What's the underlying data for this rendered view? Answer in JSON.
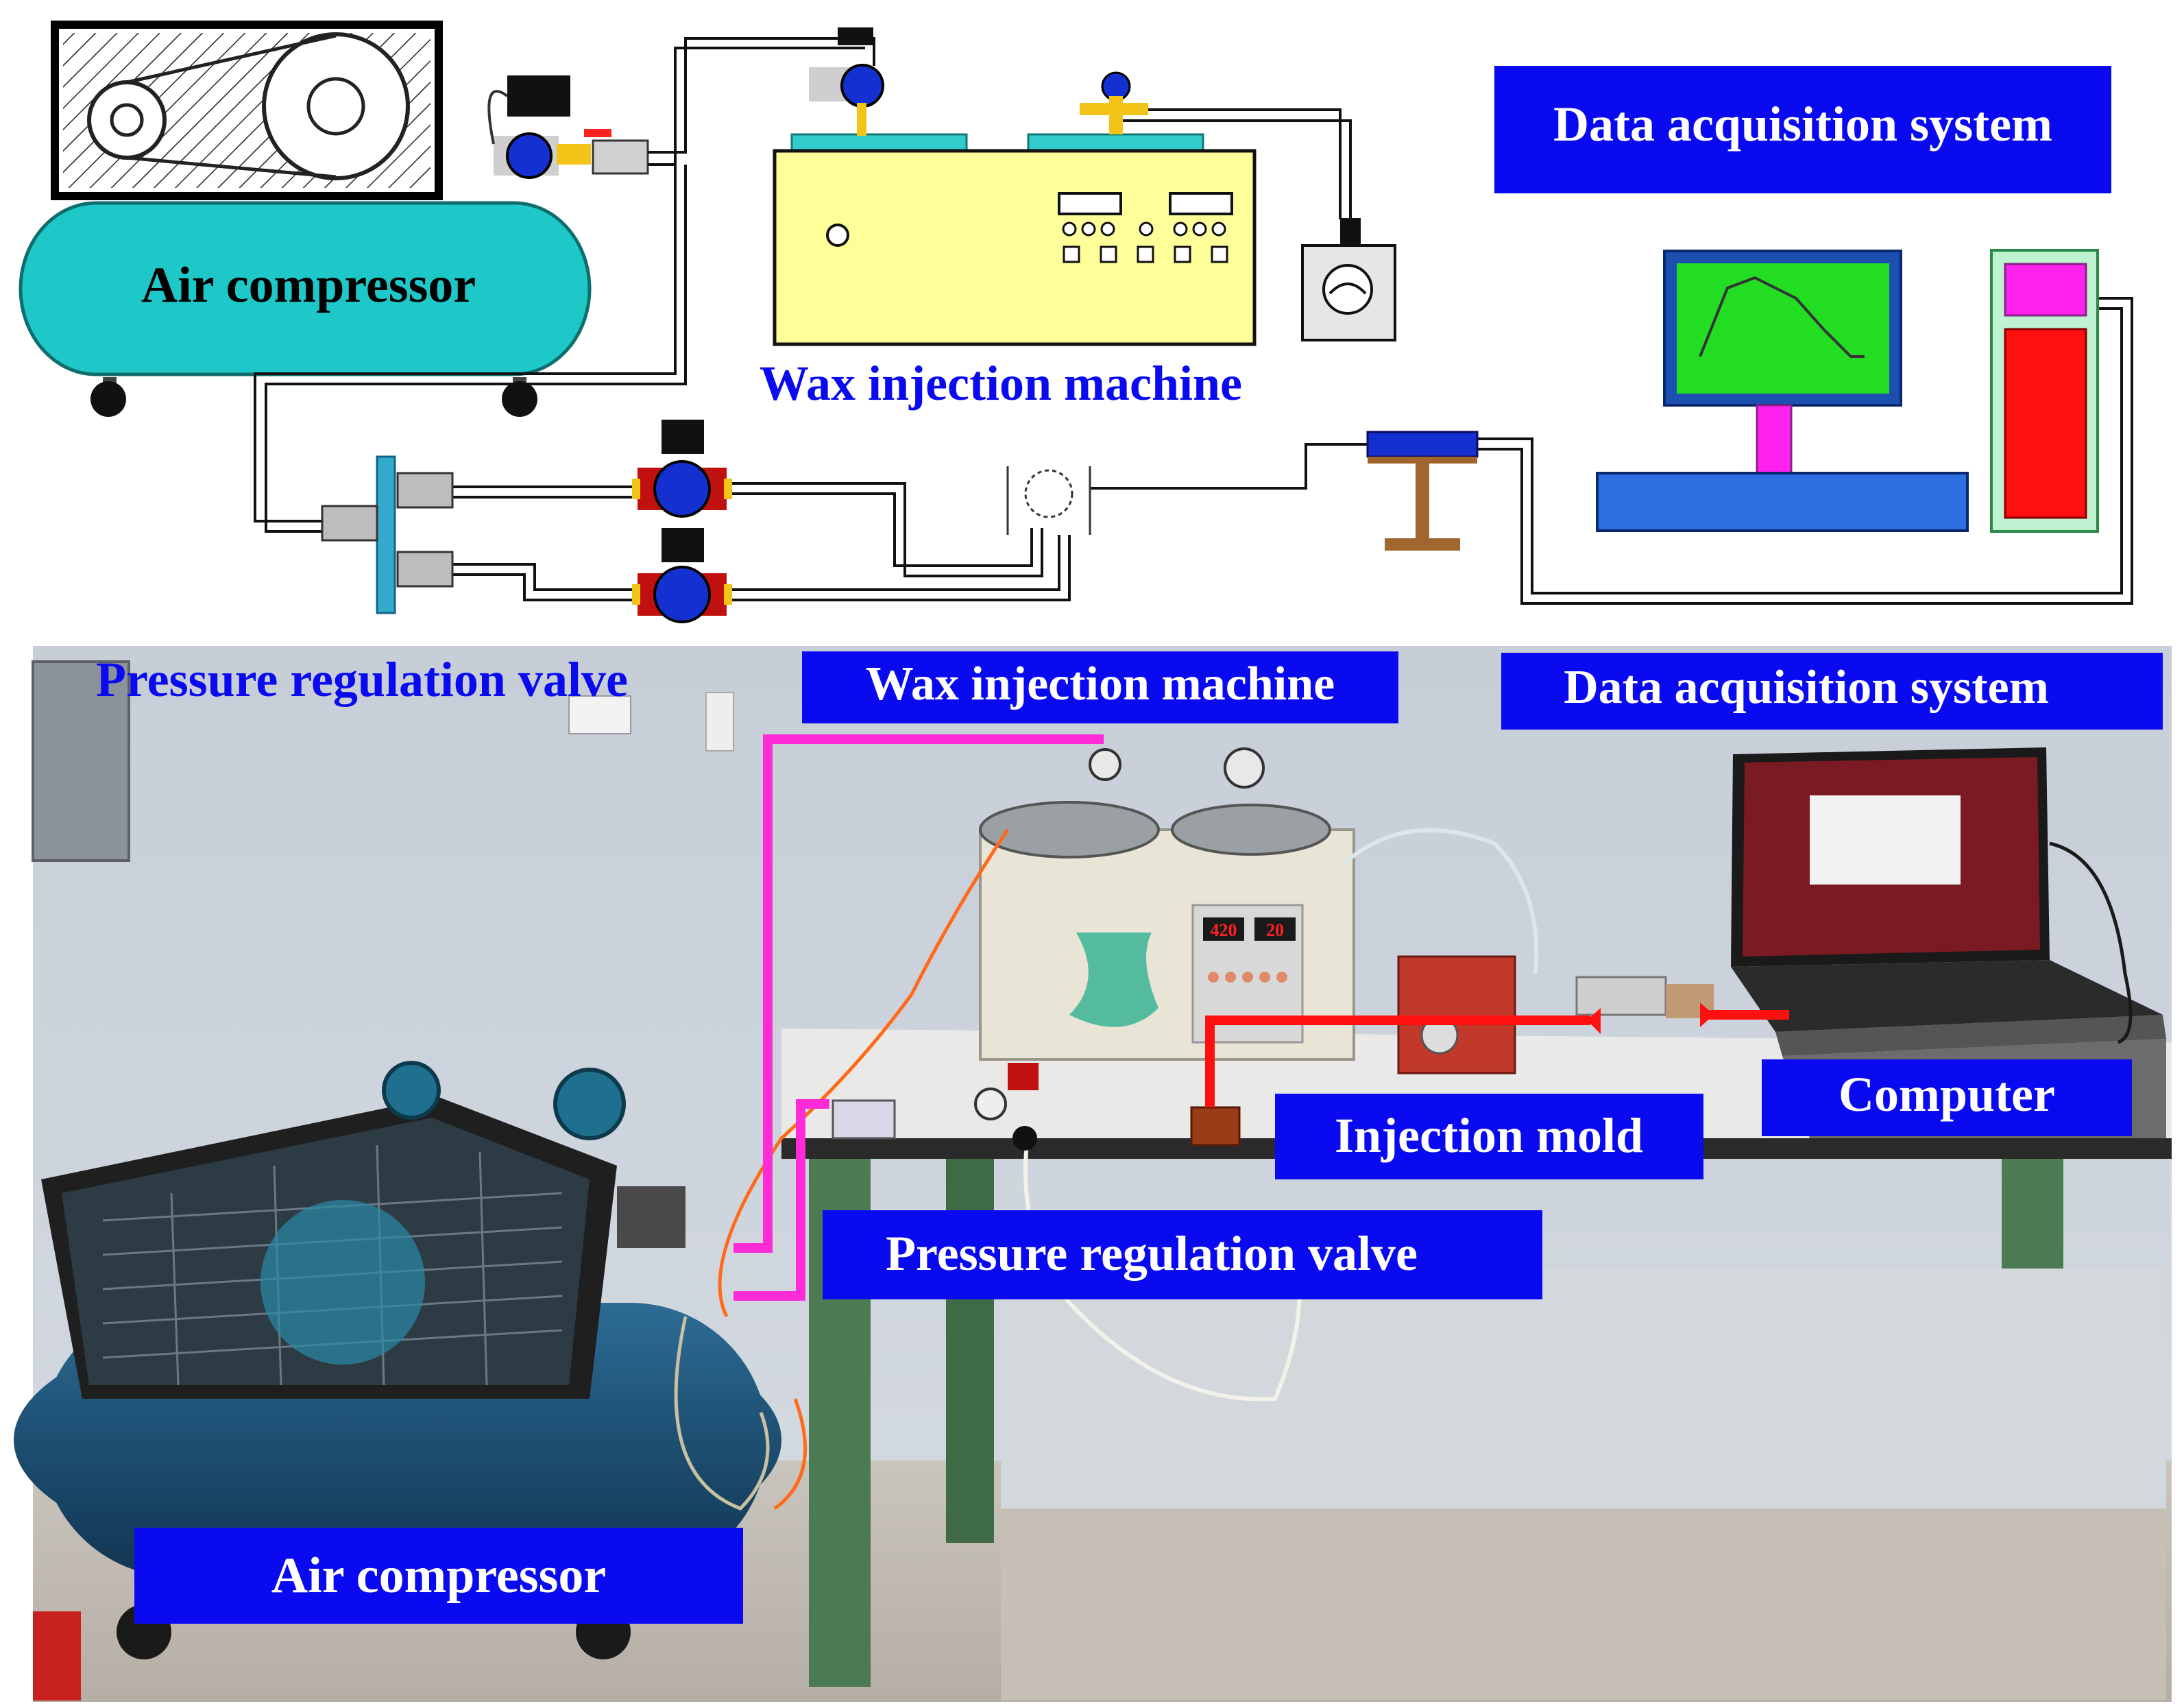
{
  "schematic": {
    "air_compressor_label": "Air compressor",
    "wax_machine_label": "Wax injection machine",
    "data_acq_label": "Data acquisition system"
  },
  "photo": {
    "pressure_valve_label_top": "Pressure regulation valve",
    "wax_machine_label": "Wax injection machine",
    "data_acq_label": "Data acquisition system",
    "injection_mold_label": "Injection mold",
    "computer_label": "Computer",
    "pressure_valve_label": "Pressure regulation valve",
    "air_compressor_label": "Air compressor",
    "display_left": "420",
    "display_right": "20"
  },
  "colors": {
    "label_blue": "#0a0af0",
    "pipe_magenta": "#ff2bd6",
    "wire_red": "#ff1010",
    "compressor_teal": "#1ec8c8",
    "machine_yellow": "#ffff99"
  }
}
